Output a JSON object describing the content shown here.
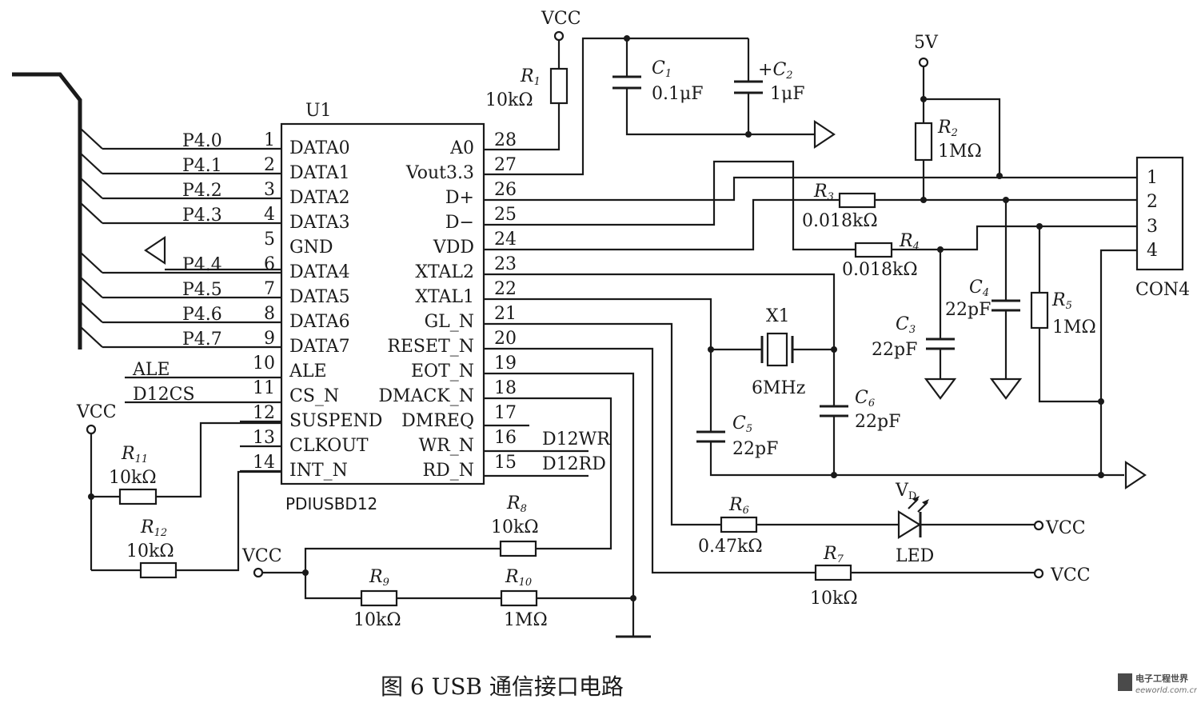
{
  "figure": {
    "caption": "图 6  USB 通信接口电路"
  },
  "ic": {
    "ref": "U1",
    "part": "PDIUSBD12",
    "left_pins": [
      {
        "num": "1",
        "name": "DATA0",
        "net": "P4.0"
      },
      {
        "num": "2",
        "name": "DATA1",
        "net": "P4.1"
      },
      {
        "num": "3",
        "name": "DATA2",
        "net": "P4.2"
      },
      {
        "num": "4",
        "name": "DATA3",
        "net": "P4.3"
      },
      {
        "num": "5",
        "name": "GND",
        "net": ""
      },
      {
        "num": "6",
        "name": "DATA4",
        "net": "P4.4"
      },
      {
        "num": "7",
        "name": "DATA5",
        "net": "P4.5"
      },
      {
        "num": "8",
        "name": "DATA6",
        "net": "P4.6"
      },
      {
        "num": "9",
        "name": "DATA7",
        "net": "P4.7"
      },
      {
        "num": "10",
        "name": "ALE",
        "net": "ALE"
      },
      {
        "num": "11",
        "name": "CS_N",
        "net": "D12CS"
      },
      {
        "num": "12",
        "name": "SUSPEND",
        "net": ""
      },
      {
        "num": "13",
        "name": "CLKOUT",
        "net": ""
      },
      {
        "num": "14",
        "name": "INT_N",
        "net": ""
      }
    ],
    "right_pins": [
      {
        "num": "28",
        "name": "A0",
        "net": ""
      },
      {
        "num": "27",
        "name": "Vout3.3",
        "net": ""
      },
      {
        "num": "26",
        "name": "D+",
        "net": ""
      },
      {
        "num": "25",
        "name": "D−",
        "net": ""
      },
      {
        "num": "24",
        "name": "VDD",
        "net": ""
      },
      {
        "num": "23",
        "name": "XTAL2",
        "net": ""
      },
      {
        "num": "22",
        "name": "XTAL1",
        "net": ""
      },
      {
        "num": "21",
        "name": "GL_N",
        "net": ""
      },
      {
        "num": "20",
        "name": "RESET_N",
        "net": ""
      },
      {
        "num": "19",
        "name": "EOT_N",
        "net": ""
      },
      {
        "num": "18",
        "name": "DMACK_N",
        "net": ""
      },
      {
        "num": "17",
        "name": "DMREQ",
        "net": ""
      },
      {
        "num": "16",
        "name": "WR_N",
        "net": "D12WR"
      },
      {
        "num": "15",
        "name": "RD_N",
        "net": "D12RD"
      }
    ]
  },
  "components": {
    "r1": {
      "ref": "R",
      "sub": "1",
      "value": "10kΩ"
    },
    "r2": {
      "ref": "R",
      "sub": "2",
      "value": "1MΩ"
    },
    "r3": {
      "ref": "R",
      "sub": "3",
      "value": "0.018kΩ"
    },
    "r4": {
      "ref": "R",
      "sub": "4",
      "value": "0.018kΩ"
    },
    "r5": {
      "ref": "R",
      "sub": "5",
      "value": "1MΩ"
    },
    "r6": {
      "ref": "R",
      "sub": "6",
      "value": "0.47kΩ"
    },
    "r7": {
      "ref": "R",
      "sub": "7",
      "value": "10kΩ"
    },
    "r8": {
      "ref": "R",
      "sub": "8",
      "value": "10kΩ"
    },
    "r9": {
      "ref": "R",
      "sub": "9",
      "value": "10kΩ"
    },
    "r10": {
      "ref": "R",
      "sub": "10",
      "value": "1MΩ"
    },
    "r11": {
      "ref": "R",
      "sub": "11",
      "value": "10kΩ"
    },
    "r12": {
      "ref": "R",
      "sub": "12",
      "value": "10kΩ"
    },
    "c1": {
      "ref": "C",
      "sub": "1",
      "value": "0.1μF"
    },
    "c2": {
      "ref": "C",
      "sub": "2",
      "plus": "+",
      "value": "1μF"
    },
    "c3": {
      "ref": "C",
      "sub": "3",
      "value": "22pF"
    },
    "c4": {
      "ref": "C",
      "sub": "4",
      "value": "22pF"
    },
    "c5": {
      "ref": "C",
      "sub": "5",
      "value": "22pF"
    },
    "c6": {
      "ref": "C",
      "sub": "6",
      "value": "22pF"
    },
    "x1": {
      "ref": "X1",
      "value": "6MHz"
    },
    "led": {
      "ref": "V",
      "sub": "D",
      "value": "LED"
    }
  },
  "power": {
    "vcc": "VCC",
    "v5": "5V"
  },
  "connector": {
    "ref": "CON4",
    "pins": [
      "1",
      "2",
      "3",
      "4"
    ]
  },
  "watermark": {
    "title": "电子工程世界",
    "url": "eeworld.com.cn"
  }
}
